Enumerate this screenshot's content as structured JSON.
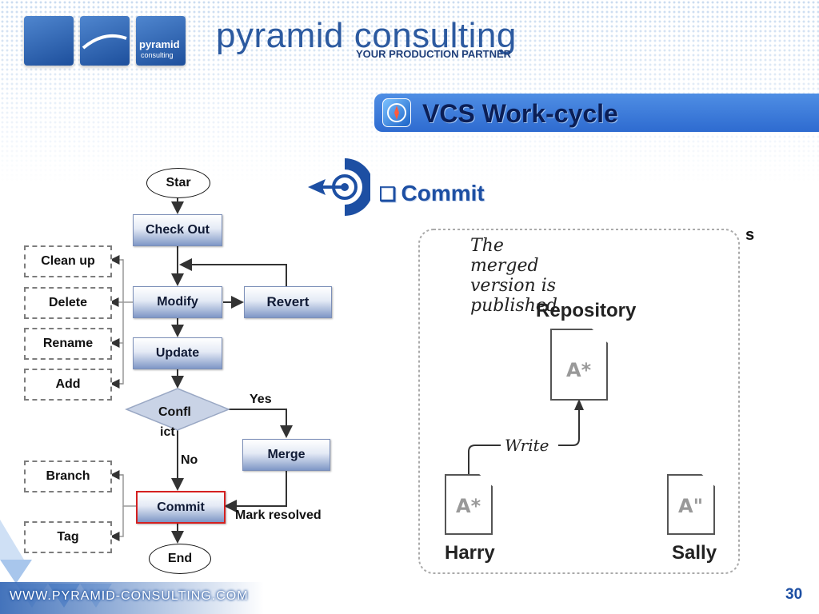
{
  "brand": {
    "logo_name": "pyramid",
    "logo_sub": "consulting",
    "wordmark": "pyramid consulting",
    "tagline": "YOUR PRODUCTION PARTNER",
    "website": "WWW.PYRAMID-CONSULTING.COM",
    "accent_color": "#2e6bd0"
  },
  "slide": {
    "title": "VCS Work-cycle",
    "section": "Commit",
    "stray_text": "s",
    "page_number": "30"
  },
  "flowchart": {
    "start": "Star",
    "end": "End",
    "check_out": "Check Out",
    "modify": "Modify",
    "revert": "Revert",
    "update": "Update",
    "conflict_line1": "Confl",
    "conflict_line2": "ict",
    "merge": "Merge",
    "commit": "Commit",
    "side_ops": [
      "Clean up",
      "Delete",
      "Rename",
      "Add"
    ],
    "branch": "Branch",
    "tag": "Tag",
    "yes_label": "Yes",
    "no_label": "No",
    "mark_resolved": "Mark resolved",
    "highlight_color": "#d42020"
  },
  "illustration": {
    "caption": "The merged version is published",
    "repository_label": "Repository",
    "repository_doc": "A*",
    "harry_label": "Harry",
    "harry_doc": "A*",
    "sally_label": "Sally",
    "sally_doc": "A\"",
    "write_label": "Write"
  },
  "icons": {
    "title_icon": "compass-icon",
    "section_icon": "target-icon",
    "bullet_icon": "checkbox-icon"
  }
}
